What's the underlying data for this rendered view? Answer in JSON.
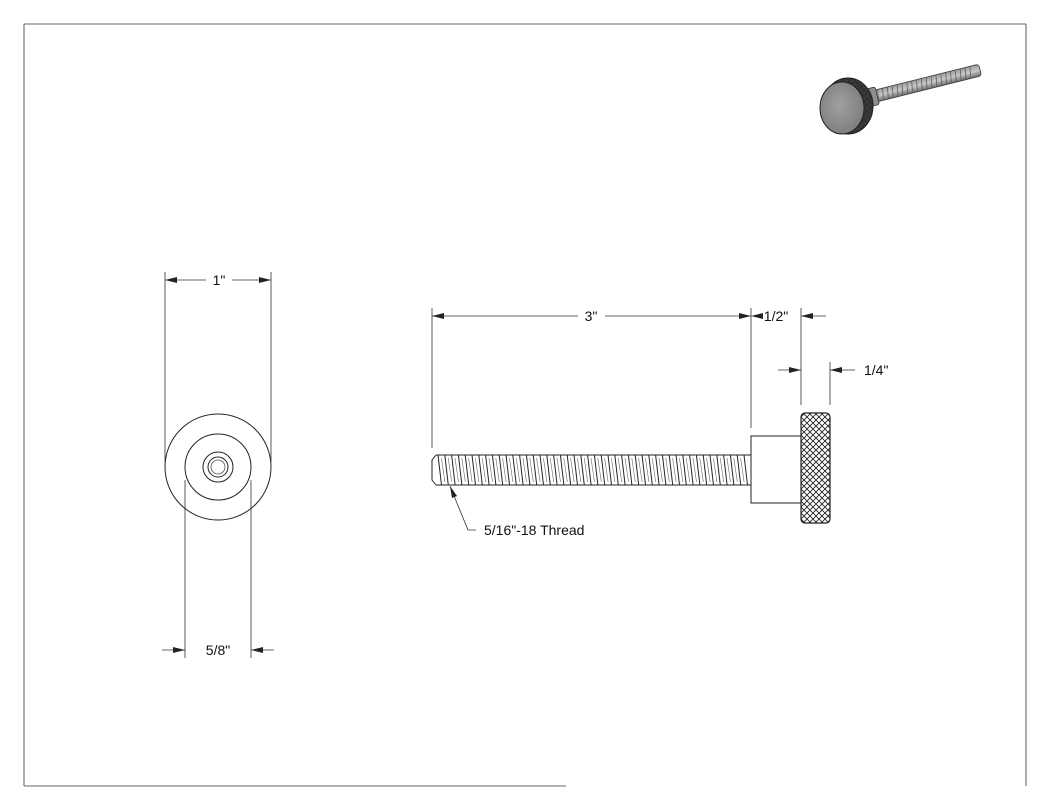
{
  "drawing": {
    "dimensions": {
      "head_diameter": "1\"",
      "shoulder_diameter": "5/8\"",
      "thread_length": "3\"",
      "shoulder_length": "1/2\"",
      "head_thickness": "1/4\""
    },
    "callouts": {
      "thread_spec": "5/16\"-18 Thread"
    },
    "colors": {
      "line": "#222222",
      "background": "#ffffff",
      "part_shade": "#8a8a8a",
      "part_dark": "#4a4a4a"
    }
  }
}
